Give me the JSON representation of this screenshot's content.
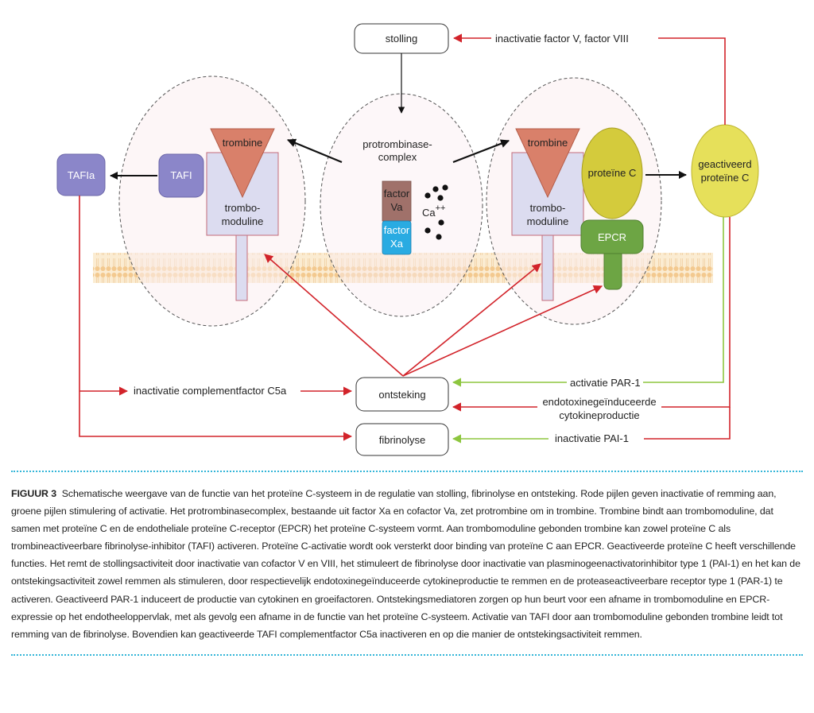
{
  "nodes": {
    "stolling": "stolling",
    "ontsteking": "ontsteking",
    "fibrinolyse": "fibrinolyse",
    "tafia": "TAFIa",
    "tafi": "TAFI",
    "trombine_left": "trombine",
    "trombomoduline_left": [
      "trombo-",
      "moduline"
    ],
    "protrombinase": [
      "protrombinase-",
      "complex"
    ],
    "factor_va": [
      "factor",
      "Va"
    ],
    "factor_xa": [
      "factor",
      "Xa"
    ],
    "calcium": "Ca",
    "calcium_sup": "++",
    "trombine_right": "trombine",
    "trombomoduline_right": [
      "trombo-",
      "moduline"
    ],
    "proteine_c": "proteïne C",
    "epcr": "EPCR",
    "geactiveerd": [
      "geactiveerd",
      "proteïne C"
    ]
  },
  "edge_labels": {
    "inactivatie_v_viii": "inactivatie factor V, factor VIII",
    "inactivatie_c5a": "inactivatie complementfactor C5a",
    "activatie_par1": "activatie PAR-1",
    "endotoxine": [
      "endotoxinegeïnduceerde",
      "cytokineproductie"
    ],
    "inactivatie_pai1": "inactivatie PAI-1"
  },
  "colors": {
    "inhibition": "#d2232a",
    "activation": "#8dc63f",
    "ellipse_fill": "#fbeef1",
    "membrane": "#f6d9a9",
    "tafi_box": "#8b86c9",
    "trombine": "#d9806a",
    "trombomoduline": "#dcdcf0",
    "factor_va": "#a0716a",
    "factor_xa": "#29abe2",
    "proteine_c": "#d4cb3c",
    "epcr": "#6da544",
    "caption_rule": "#34b6d8"
  },
  "caption": {
    "figure_label": "FIGUUR 3",
    "text": "Schematische weergave van de functie van het proteïne C-systeem in de regulatie van stolling, fibrinolyse en ontsteking. Rode pijlen geven inactivatie of remming aan, groene pijlen stimulering of activatie. Het protrombinasecomplex, bestaande uit factor Xa en cofactor Va, zet protrombine om in trombine. Trombine bindt aan trombomoduline, dat samen met proteïne C en de endotheliale proteïne C-receptor (EPCR) het proteïne C-systeem vormt. Aan trombomoduline gebonden trombine kan zowel proteïne C als trombineactiveerbare fibrinolyse-inhibitor (TAFI) activeren. Proteïne C-activatie wordt ook versterkt door binding van proteïne C aan EPCR. Geactiveerde proteïne C heeft verschillende functies. Het remt de stollingsactiviteit door inactivatie van cofactor V en VIII, het stimuleert de fibrinolyse door inactivatie van plasminogeenactivatorinhibitor type 1 (PAI-1) en het kan de ontstekingsactiviteit zowel remmen als stimuleren, door respectievelijk endotoxinegeïnduceerde cytokineproductie te remmen en de proteaseactiveerbare receptor type 1 (PAR-1) te activeren. Geactiveerd PAR-1 induceert de productie van cytokinen en groeifactoren. Ontstekingsmediatoren zorgen op hun beurt voor een afname in trombomoduline en EPCR-expressie op het endotheeloppervlak, met als gevolg een afname in de functie van het proteïne C-systeem. Activatie van TAFI door aan trombomoduline gebonden trombine leidt tot remming van de fibrinolyse. Bovendien kan geactiveerde TAFI complementfactor C5a inactiveren en op die manier de ontstekingsactiviteit remmen."
  }
}
